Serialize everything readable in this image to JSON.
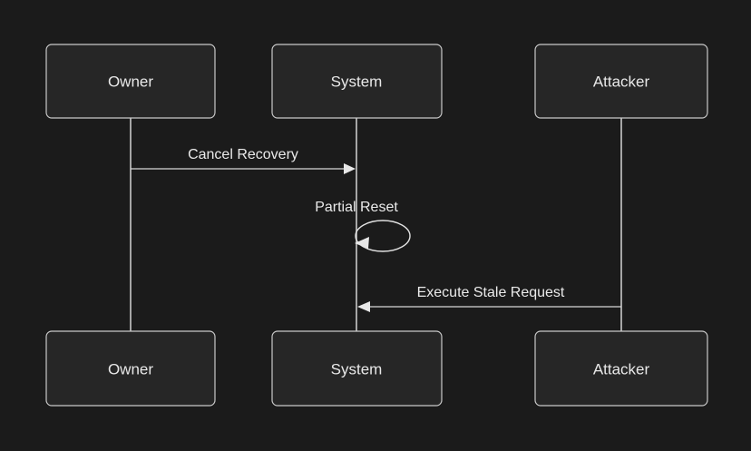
{
  "diagram": {
    "type": "sequence-diagram",
    "background_color": "#1b1b1b",
    "box_fill_color": "#262626",
    "box_border_color": "#c9c9c9",
    "line_color": "#d8d8d8",
    "text_color": "#eaeaea",
    "participants": [
      {
        "id": "owner",
        "label_top": "Owner",
        "label_bottom": "Owner"
      },
      {
        "id": "system",
        "label_top": "System",
        "label_bottom": "System"
      },
      {
        "id": "attacker",
        "label_top": "Attacker",
        "label_bottom": "Attacker"
      }
    ],
    "messages": [
      {
        "id": "msg-cancel-recovery",
        "label": "Cancel Recovery",
        "from": "owner",
        "to": "system",
        "direction": "right",
        "kind": "sync"
      },
      {
        "id": "msg-partial-reset",
        "label": "Partial Reset",
        "from": "system",
        "to": "system",
        "direction": "self",
        "kind": "self-loop"
      },
      {
        "id": "msg-execute-stale-request",
        "label": "Execute Stale Request",
        "from": "attacker",
        "to": "system",
        "direction": "left",
        "kind": "sync"
      }
    ]
  }
}
